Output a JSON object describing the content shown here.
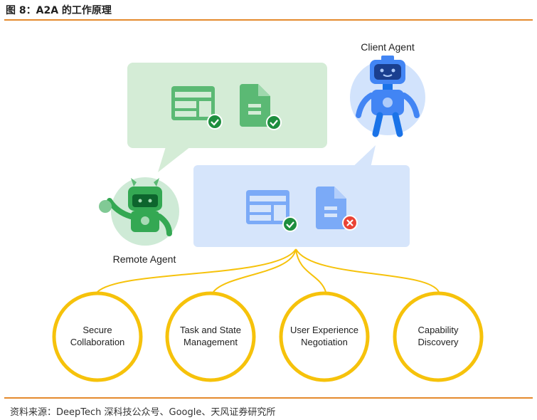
{
  "figure": {
    "title": "图 8：A2A 的工作原理",
    "source": "资料来源：DeepTech 深科技公众号、Google、天风证券研究所"
  },
  "agents": {
    "client": "Client Agent",
    "remote": "Remote Agent"
  },
  "capabilities": [
    {
      "line1": "Secure",
      "line2": "Collaboration"
    },
    {
      "line1": "Task and State",
      "line2": "Management"
    },
    {
      "line1": "User Experience",
      "line2": "Negotiation"
    },
    {
      "line1": "Capability",
      "line2": "Discovery"
    }
  ],
  "icons": {
    "green_panel": [
      "layout-icon",
      "check-icon",
      "document-icon",
      "check-icon"
    ],
    "blue_panel": [
      "layout-icon",
      "check-icon",
      "document-icon",
      "cross-icon"
    ]
  },
  "colors": {
    "accent_rule": "#e58a2e",
    "green_bubble": "#d4ecd6",
    "blue_bubble": "#d6e5fb",
    "capability_ring": "#f6c20b",
    "check": "#1e8e3e",
    "cross": "#ea4335"
  }
}
